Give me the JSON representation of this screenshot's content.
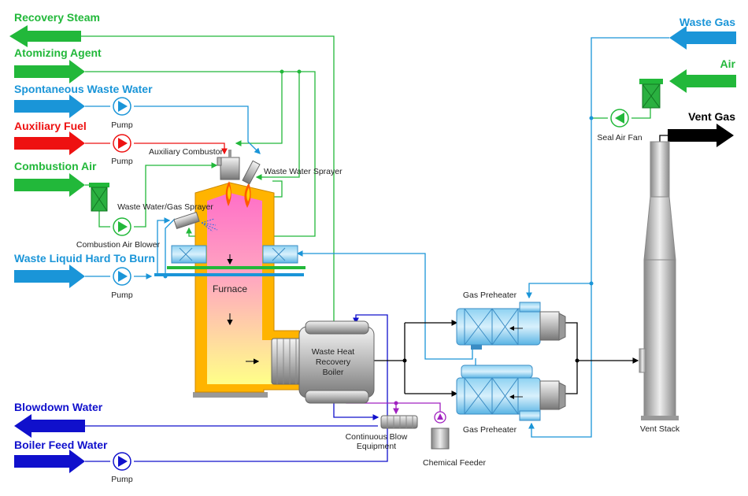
{
  "colors": {
    "green": "#22b83a",
    "blue_light": "#1a95d8",
    "red": "#ee1111",
    "blue_dark": "#1010cc",
    "black": "#000000",
    "purple": "#a020c0"
  },
  "streams": {
    "recovery_steam": "Recovery Steam",
    "atomizing_agent": "Atomizing Agent",
    "spontaneous_waste_water": "Spontaneous Waste Water",
    "auxiliary_fuel": "Auxiliary Fuel",
    "combustion_air": "Combustion Air",
    "waste_liquid": "Waste Liquid Hard To Burn",
    "blowdown_water": "Blowdown Water",
    "boiler_feed_water": "Boiler Feed Water",
    "waste_gas": "Waste Gas",
    "air": "Air",
    "vent_gas": "Vent Gas"
  },
  "labels": {
    "pump": "Pump",
    "auxiliary_combustor": "Auxiliary Combustor",
    "waste_water_sprayer": "Waste Water Sprayer",
    "waste_water_gas_sprayer": "Waste Water/Gas Sprayer",
    "combustion_air_blower": "Combustion Air Blower",
    "furnace": "Furnace",
    "whrb_line1": "Waste Heat",
    "whrb_line2": "Recovery",
    "whrb_line3": "Boiler",
    "gas_preheater": "Gas Preheater",
    "seal_air_fan": "Seal Air Fan",
    "vent_stack": "Vent Stack",
    "continuous_blow_line1": "Continuous Blow",
    "continuous_blow_line2": "Equipment",
    "chemical_feeder": "Chemical Feeder"
  }
}
